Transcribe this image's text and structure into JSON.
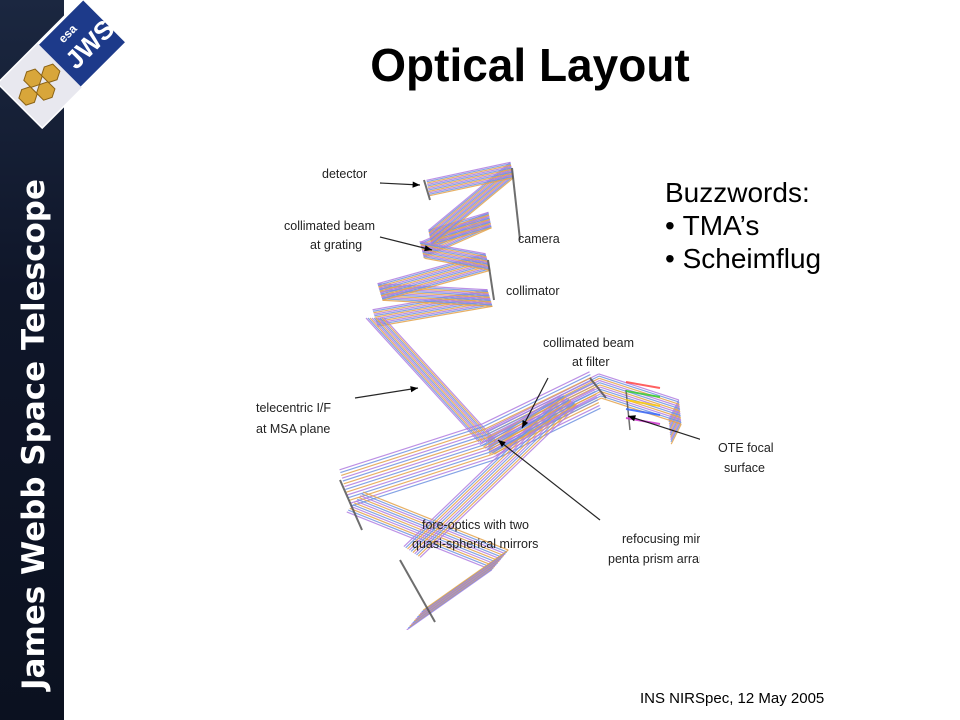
{
  "title": "Optical Layout",
  "sidebar": {
    "vertical_text": "James Webb Space Telescope",
    "logo_text": "JWST",
    "agency_text": "esa"
  },
  "diagram_labels": {
    "detector": "detector",
    "collimated_grating_1": "collimated beam",
    "collimated_grating_2": "at grating",
    "camera": "camera",
    "collimator": "collimator",
    "collimated_filter_1": "collimated beam",
    "collimated_filter_2": "at filter",
    "telecentric_1": "telecentric I/F",
    "telecentric_2": "at MSA plane",
    "ote_1": "OTE focal",
    "ote_2": "surface",
    "foreoptics_1": "fore-optics with two",
    "foreoptics_2": "quasi-spherical mirrors",
    "refocusing_1": "refocusing mirrors in",
    "refocusing_2": "penta prism arrangement"
  },
  "buzzwords": {
    "heading": "Buzzwords:",
    "items": [
      "TMA’s",
      "Scheimflug"
    ]
  },
  "footer": "INS NIRSpec, 12 May 2005",
  "colors": {
    "ray_purple": "#b07ce0",
    "ray_blue": "#6f93e0",
    "ray_orange": "#e3a24a",
    "sidebar_bg": "#111a2e"
  }
}
